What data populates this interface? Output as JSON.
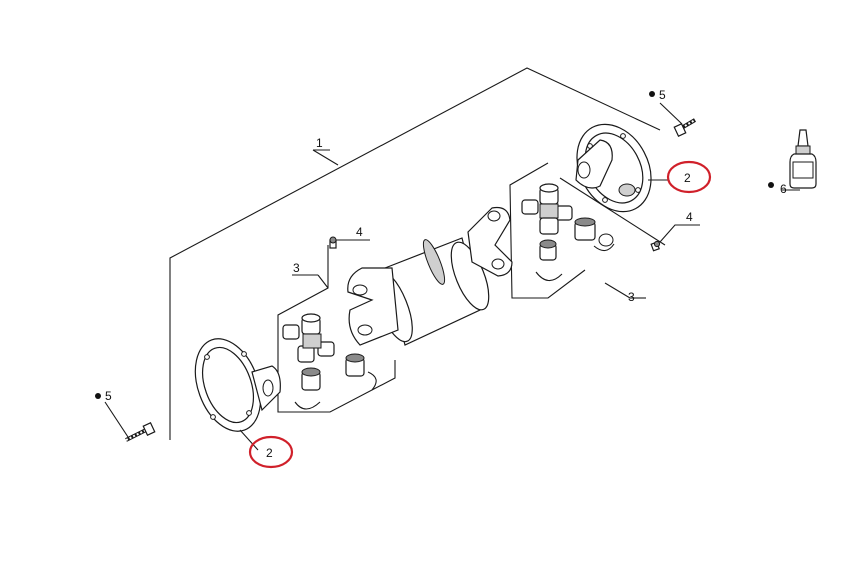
{
  "callouts": {
    "assembly": "1",
    "flange_left": "2",
    "flange_right": "2",
    "ujoint_left": "3",
    "ujoint_right": "3",
    "grease_left": "4",
    "grease_right": "4",
    "bolt_left": "5",
    "bolt_right": "5",
    "adhesive": "6"
  },
  "colors": {
    "highlight": "#d0202a",
    "line": "#1a1a1a"
  }
}
